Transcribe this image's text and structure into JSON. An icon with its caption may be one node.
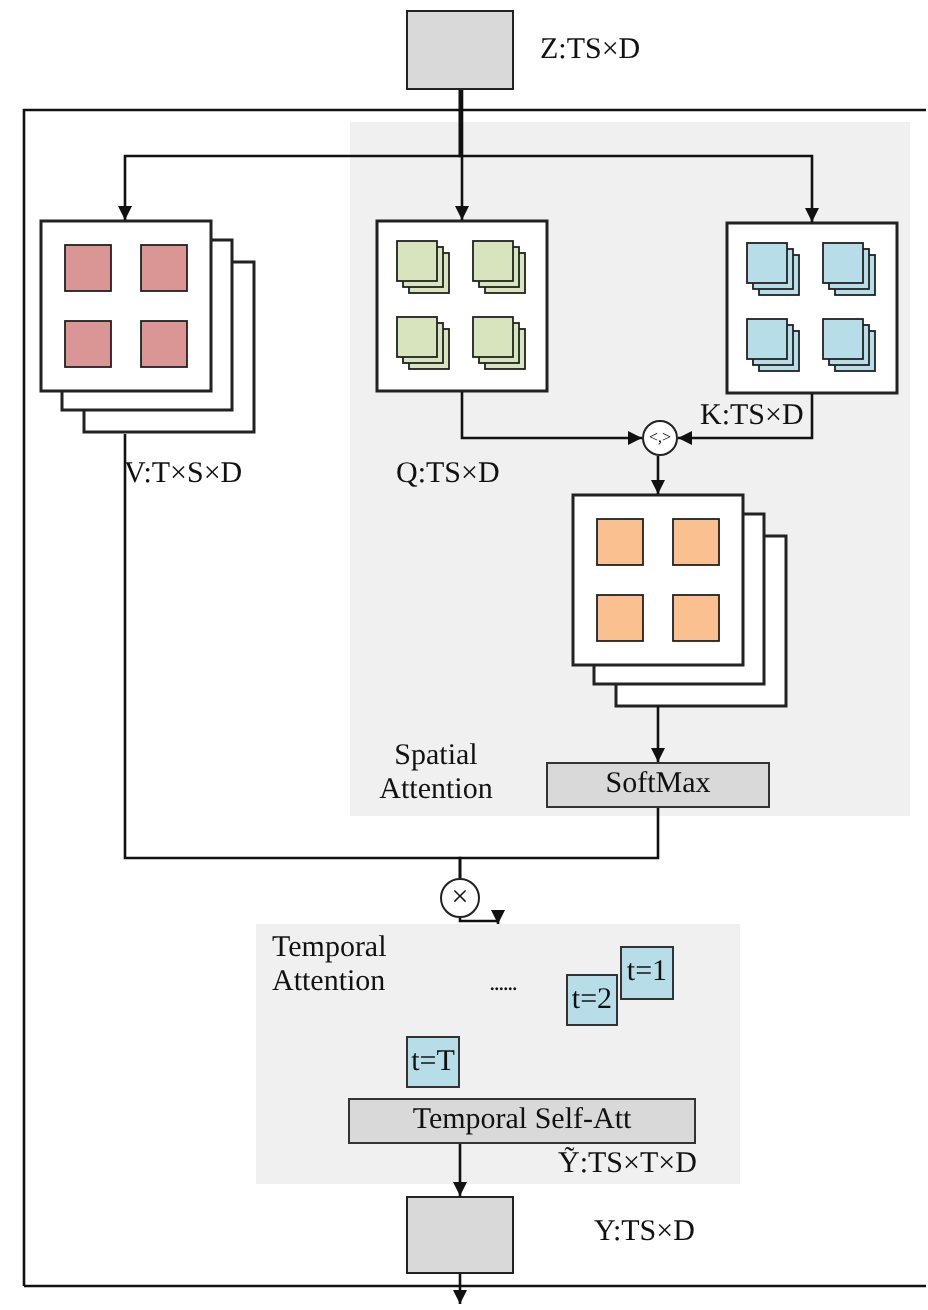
{
  "diagram": {
    "nodes": [
      {
        "text": [],
        "shape": "box",
        "beside": [
          "Z:TS×D"
        ]
      },
      {
        "text": [],
        "shape": "box",
        "beside": [
          "V:T×S×D"
        ]
      },
      {
        "text": [
          "Spatial Attention"
        ]
      },
      {
        "text": [],
        "shape": "box",
        "in": 2,
        "beside": [
          "Q:TS×D"
        ]
      },
      {
        "text": [],
        "shape": "box",
        "in": 2,
        "beside": [
          "K:TS×D"
        ]
      },
      {
        "text": [
          "<,>"
        ],
        "in": 2
      },
      {
        "text": [],
        "shape": "box",
        "in": 2
      },
      {
        "text": [
          "SoftMax"
        ],
        "in": 2
      },
      {
        "text": [
          "×"
        ]
      },
      {
        "text": [
          "Temporal Attention"
        ]
      },
      {
        "text": [
          "t=1"
        ],
        "in": 9
      },
      {
        "text": [
          "t=2"
        ],
        "in": 9
      },
      {
        "text": [
          "t=T"
        ],
        "in": 9
      },
      {
        "text": [
          "Temporal Self-Att"
        ],
        "in": 9,
        "beside": [
          "Ỹ:TS×T×D"
        ]
      },
      {
        "text": [],
        "shape": "box",
        "beside": [
          "Y:TS×D"
        ]
      }
    ],
    "edges": [
      {
        "from": 0,
        "to": 1,
        "arrow": "to"
      },
      {
        "from": 0,
        "to": 3,
        "arrow": "to"
      },
      {
        "from": 0,
        "to": 4,
        "arrow": "to"
      },
      {
        "from": 3,
        "to": 5,
        "arrow": "to"
      },
      {
        "from": 4,
        "to": 5,
        "arrow": "to"
      },
      {
        "from": 5,
        "to": 6,
        "arrow": "to"
      },
      {
        "from": 6,
        "to": 7,
        "arrow": "to"
      },
      {
        "from": 1,
        "to": 8,
        "arrow": "none"
      },
      {
        "from": 7,
        "to": 8,
        "arrow": "none"
      },
      {
        "from": 8,
        "to": 9,
        "arrow": "to"
      },
      {
        "from": 13,
        "to": 14,
        "arrow": "to"
      },
      {
        "from": 14,
        "to": null,
        "arrow": "to"
      }
    ],
    "labels": [
      "......"
    ]
  }
}
